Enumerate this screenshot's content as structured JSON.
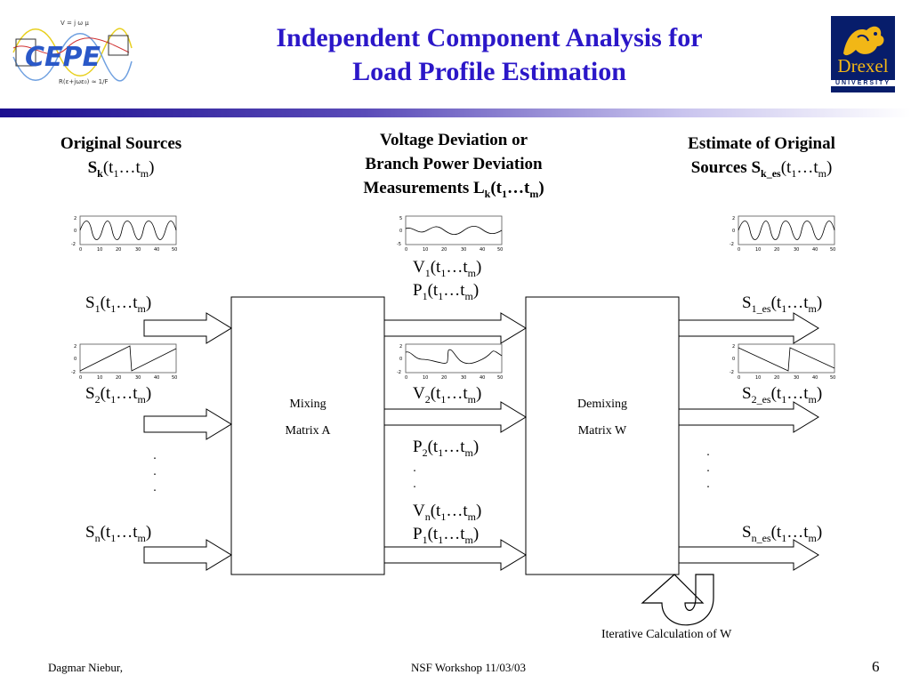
{
  "title": {
    "line1": "Independent Component Analysis for",
    "line2": "Load Profile Estimation"
  },
  "logos": {
    "left": "CEPE",
    "right_name": "Drexel",
    "right_sub": "UNIVERSITY"
  },
  "colors": {
    "title": "#2b17c8",
    "bar_dark": "#1c0f8f",
    "drexel_navy": "#071d6b",
    "drexel_gold": "#f2b716"
  },
  "headers": {
    "original_sources": "Original Sources",
    "measurements_line1": "Voltage Deviation or",
    "measurements_line2": "Branch Power Deviation",
    "measurements_line3": "Measurements",
    "estimate_line1": "Estimate of Original",
    "estimate_line2": "Sources"
  },
  "blocks": {
    "mixing_line1": "Mixing",
    "mixing_line2": "Matrix A",
    "demixing_line1": "Demixing",
    "demixing_line2": "Matrix W"
  },
  "plot_ticks": {
    "x": [
      "0",
      "10",
      "20",
      "30",
      "40",
      "50"
    ],
    "y_top": "2",
    "y_mid": "0",
    "y_bot": "-2",
    "y_top_small": "5",
    "y_bot_small": "-5"
  },
  "loop_label": "Iterative Calculation of W",
  "footer": {
    "author": "Dagmar Niebur,",
    "event": "NSF Workshop 11/03/03",
    "page": "6"
  }
}
